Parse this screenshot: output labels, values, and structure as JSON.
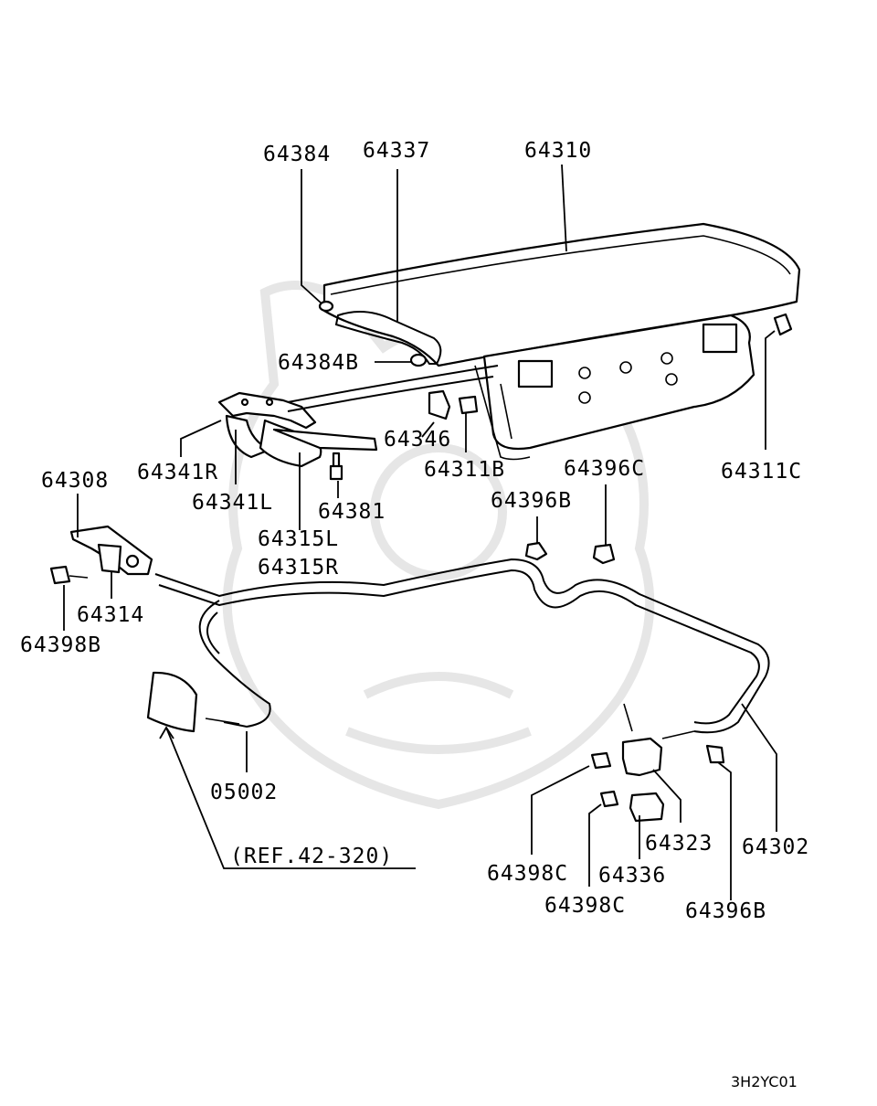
{
  "diagram": {
    "labels": {
      "l64384": "64384",
      "l64337": "64337",
      "l64310": "64310",
      "l64384B": "64384B",
      "l64346": "64346",
      "l64311B": "64311B",
      "l64396C": "64396C",
      "l64311C": "64311C",
      "l64341R": "64341R",
      "l64341L": "64341L",
      "l64381": "64381",
      "l64308": "64308",
      "l64315L": "64315L",
      "l64315R": "64315R",
      "l64396B_top": "64396B",
      "l64314": "64314",
      "l64398B": "64398B",
      "l05002": "05002",
      "ref": "(REF.42-320)",
      "l64323": "64323",
      "l64302": "64302",
      "l64398C_a": "64398C",
      "l64336": "64336",
      "l64398C_b": "64398C",
      "l64396B_bot": "64396B"
    },
    "diagram_code": "3H2YC01"
  }
}
